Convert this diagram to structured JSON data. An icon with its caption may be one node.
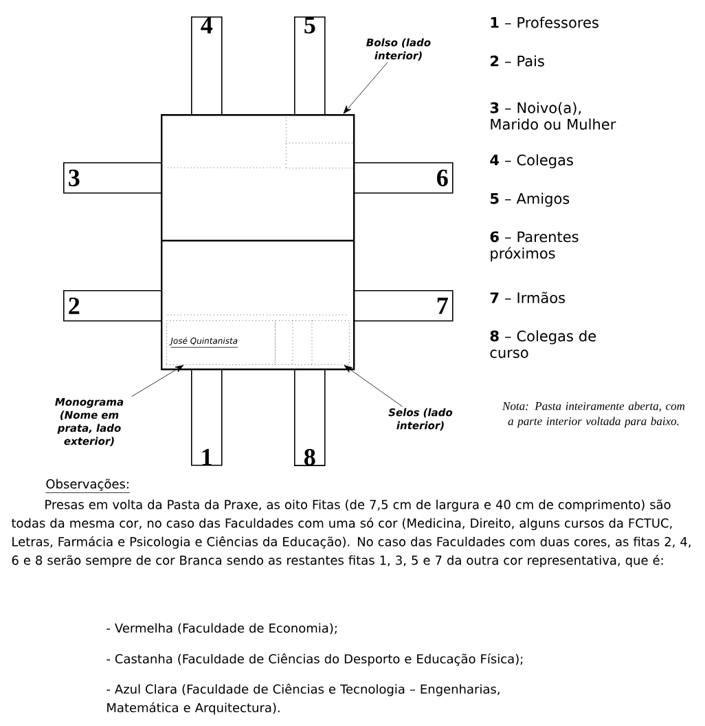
{
  "diagram": {
    "nodes": [
      {
        "text": [],
        "shape": "box"
      },
      {
        "text": [
          "4"
        ]
      },
      {
        "text": [
          "5"
        ]
      },
      {
        "text": [
          "3"
        ]
      },
      {
        "text": [
          "6"
        ]
      },
      {
        "text": [
          "2"
        ]
      },
      {
        "text": [
          "7"
        ]
      },
      {
        "text": [
          "1"
        ]
      },
      {
        "text": [
          "8"
        ]
      },
      {
        "text": [],
        "shape": "box",
        "in": 0
      },
      {
        "text": [
          "José Quintanista"
        ],
        "in": 0
      },
      {
        "text": [],
        "shape": "box",
        "in": 0
      },
      {
        "text": [
          "Bolso (lado interior)"
        ]
      },
      {
        "text": [
          "Monograma (Nome em prata, lado exterior)"
        ]
      },
      {
        "text": [
          "Selos (lado interior)"
        ]
      }
    ],
    "edges": [
      {
        "from": 12,
        "to": 9,
        "arrow": "to"
      },
      {
        "from": 13,
        "to": 10,
        "arrow": "to"
      },
      {
        "from": 14,
        "to": 11,
        "arrow": "to"
      }
    ],
    "labels": [
      "**1** – Professores",
      "**2** – Pais",
      "**3** – Noivo(a), Marido ou Mulher",
      "**4** – Colegas",
      "**5** – Amigos",
      "**6** – Parentes próximos",
      "**7** – Irmãos",
      "**8** – Colegas de curso",
      "Nota: Pasta inteiramente aberta, com a parte interior voltada para baixo.",
      "Observações:",
      "Presas em volta da Pasta da Praxe, as oito Fitas (de 7,5 cm de largura e 40 cm de comprimento) são todas da mesma cor, no caso das Faculdades com uma só cor (Medicina, Direito, alguns cursos da FCTUC, Letras, Farmácia e Psicologia e Ciências da Educação). No caso das Faculdades com duas cores, as fitas 2, 4, 6 e 8 serão sempre de cor Branca sendo as restantes fitas 1, 3, 5 e 7 da outra cor representativa, que é:",
      "- Vermelha (Faculdade de Economia);",
      "- Castanha (Faculdade de Ciências do Desporto e Educação Física);",
      "- Azul Clara (Faculdade de Ciências e Tecnologia – Engenharias, Matemática e Arquitectura)."
    ]
  }
}
